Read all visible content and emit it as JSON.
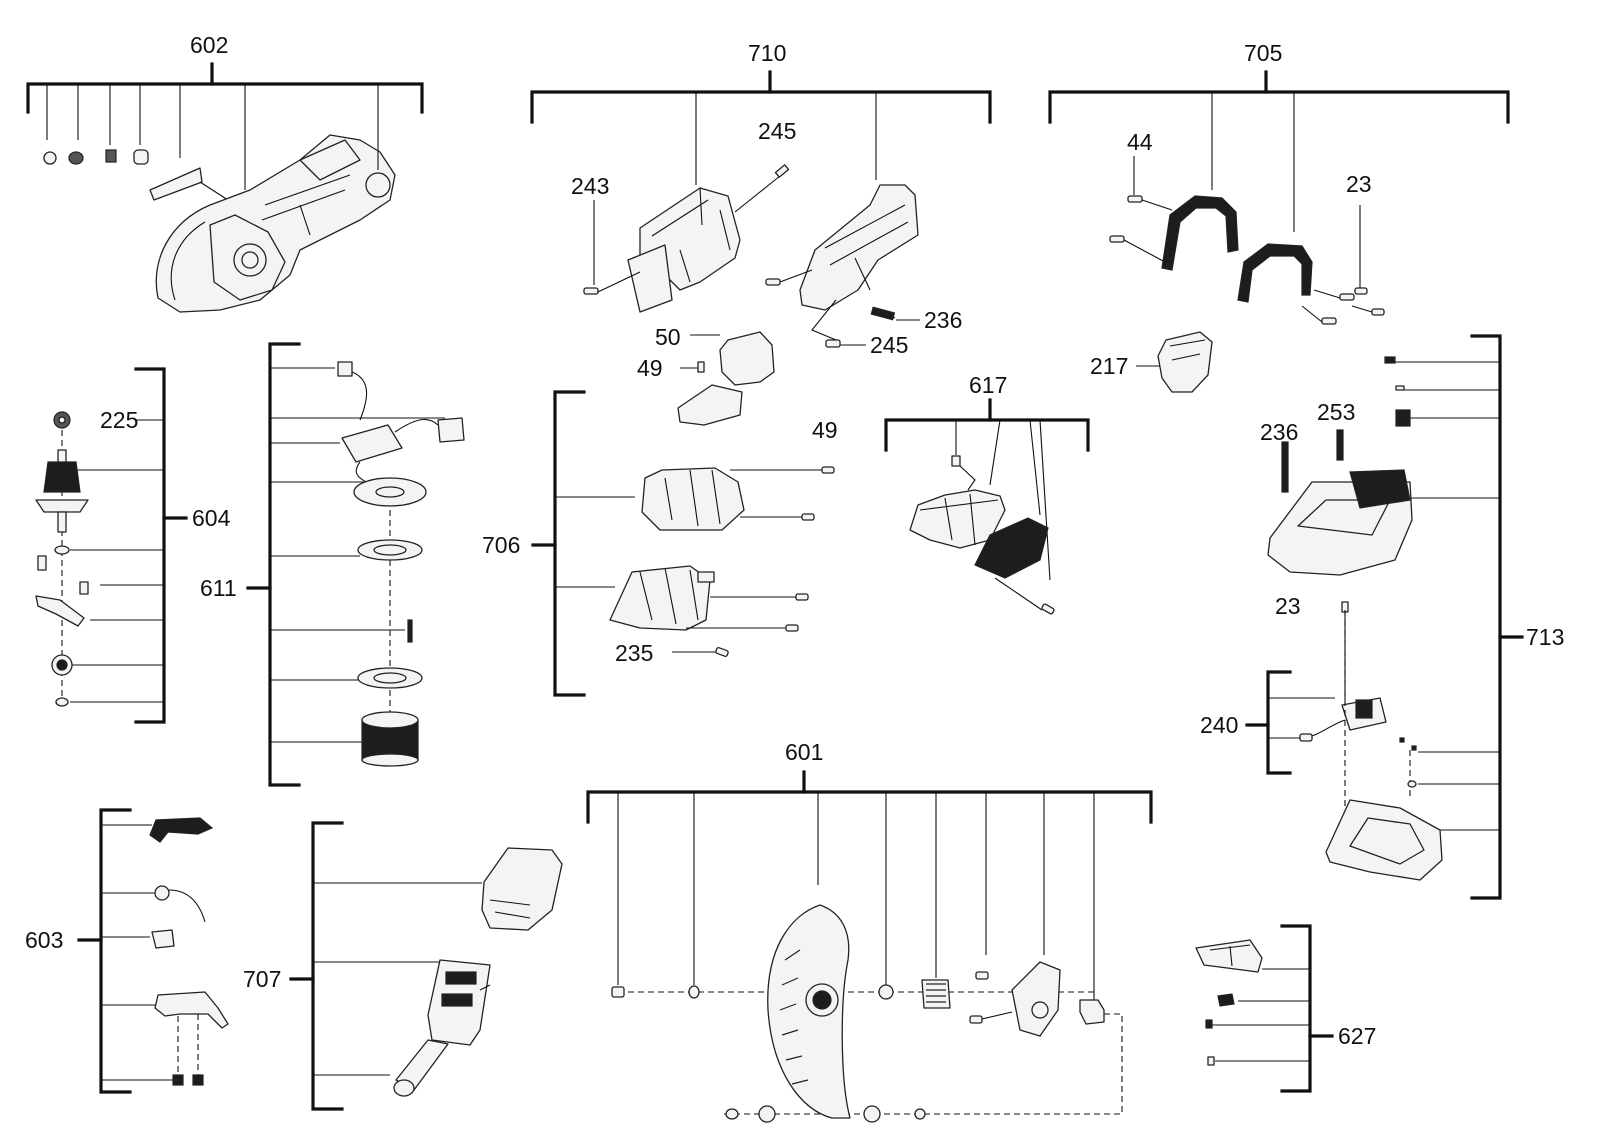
{
  "diagram": {
    "labels": [
      "602",
      "710",
      "705",
      "245",
      "243",
      "44",
      "23",
      "236",
      "245",
      "50",
      "49",
      "217",
      "225",
      "604",
      "611",
      "49",
      "617",
      "236",
      "253",
      "706",
      "23",
      "235",
      "713",
      "240",
      "601",
      "603",
      "707",
      "627"
    ]
  }
}
